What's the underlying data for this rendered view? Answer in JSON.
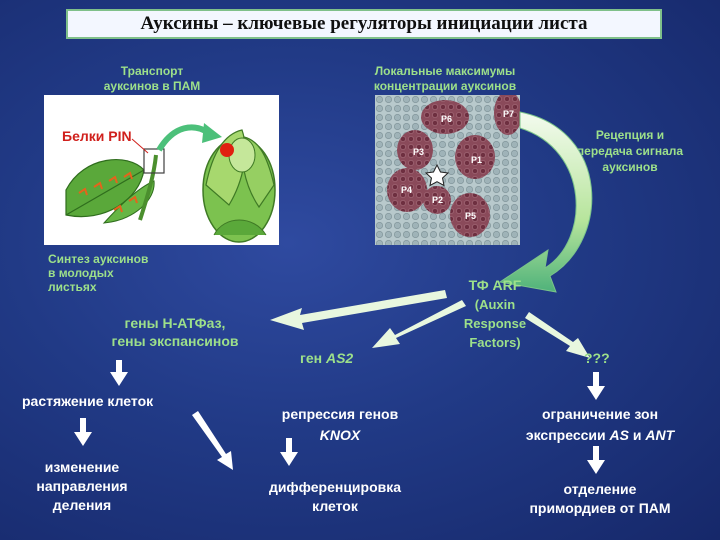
{
  "title": "Ауксины – ключевые регуляторы инициации листа",
  "figure": {
    "transport_label_1": "Транспорт",
    "transport_label_2": "ауксинов в ПАМ",
    "maxima_label_1": "Локальные максимумы",
    "maxima_label_2": "концентрации  ауксинов",
    "pin_label": "Белки PIN",
    "synthesis_1": "Синтез ауксинов",
    "synthesis_2": "в молодых",
    "synthesis_3": "листьях",
    "reception_1": "Рецепция и",
    "reception_2": "передача сигнала",
    "reception_3": "ауксинов",
    "micro_labels": [
      "P6",
      "P3",
      "P1",
      "P4",
      "P2",
      "P5",
      "P7"
    ]
  },
  "arf": {
    "line1": "ТФ ARF",
    "line2": "(Auxin",
    "line3": "Response",
    "line4": "Factors)"
  },
  "branches": {
    "left_1": "гены Н-АТФаз,",
    "left_2": "гены экспансинов",
    "mid_prefix": "ген ",
    "mid_gene": "AS2",
    "right": "???"
  },
  "outcomes": {
    "stretch": "растяжение клеток",
    "division_1": "изменение",
    "division_2": "направления",
    "division_3": "деления",
    "repression_1": "репрессия генов",
    "repression_2": "KNOX",
    "differentiation_1": "дифференцировка",
    "differentiation_2": "клеток",
    "restriction_1": "ограничение зон",
    "restriction_2_prefix": "экспрессии ",
    "restriction_as": "AS",
    "restriction_and": " и ",
    "restriction_ant": "ANT",
    "separation_1": "отделение",
    "separation_2": "примордиев от ПАМ"
  },
  "colors": {
    "background": "#213a86",
    "green_text": "#9de08a",
    "arrow_fill": "#e8f7df",
    "pin_red": "#d0201c"
  }
}
